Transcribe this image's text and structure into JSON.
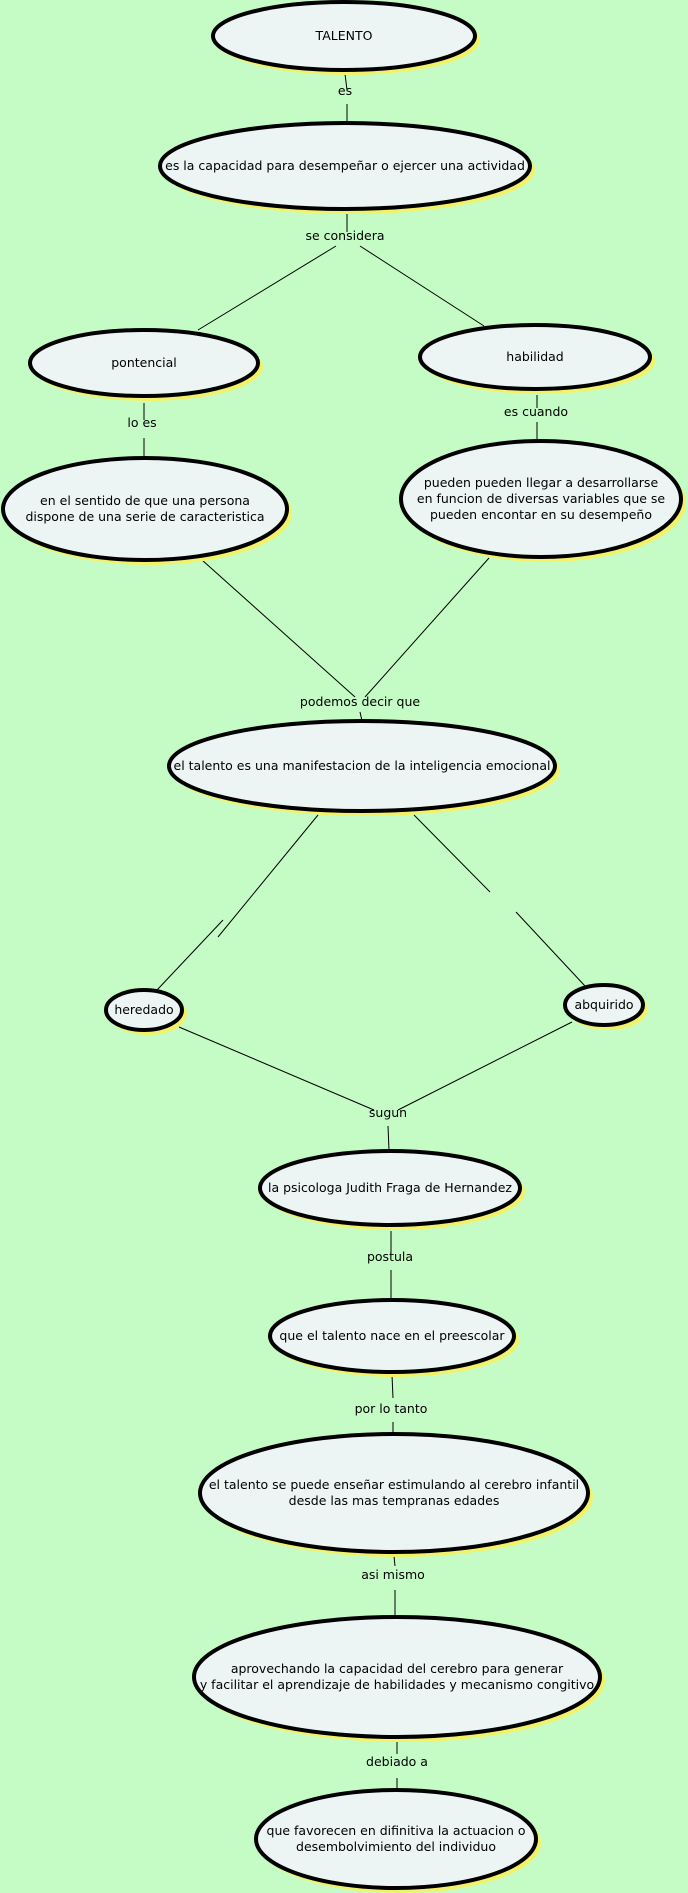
{
  "diagram": {
    "background": "#c5fcc6",
    "node_fill": "#ecf4f4",
    "node_shadow": "#f2f26a",
    "nodes": {
      "talento": [
        "TALENTO"
      ],
      "capacidad": [
        "es la capacidad para desempeñar o ejercer una actividad"
      ],
      "pontencial": [
        "pontencial"
      ],
      "habilidad": [
        "habilidad"
      ],
      "sentido": [
        "en el sentido de que una persona",
        "dispone de una serie de caracteristica"
      ],
      "pueden": [
        "pueden pueden llegar a desarrollarse",
        "en funcion de diversas variables que se",
        "pueden  encontar en su desempeño"
      ],
      "manifestacion": [
        "el talento es una manifestacion de la inteligencia emocional"
      ],
      "heredado": [
        "heredado"
      ],
      "abquirido": [
        "abquirido"
      ],
      "psicologa": [
        "la psicologa Judith Fraga de Hernandez"
      ],
      "preescolar": [
        "que el talento nace en el preescolar"
      ],
      "ensenar": [
        "el talento se puede enseñar estimulando al cerebro infantil",
        "desde las mas tempranas edades"
      ],
      "aprovechando": [
        "aprovechando la capacidad del cerebro para generar",
        "y facilitar el aprendizaje de habilidades y mecanismo congitivo"
      ],
      "favorecen": [
        "que favorecen en difinitiva la actuacion o",
        "desembolvimiento del individuo"
      ]
    },
    "links": {
      "es": "es",
      "se_considera": "se considera",
      "lo_es": "lo es",
      "es_cuando": "es cuando",
      "podemos_decir_que": "podemos decir que",
      "sugun": "sugun",
      "postula": "postula",
      "por_lo_tanto": "por lo tanto",
      "asi_mismo": "asi mismo",
      "debiado_a": "debiado a"
    }
  }
}
